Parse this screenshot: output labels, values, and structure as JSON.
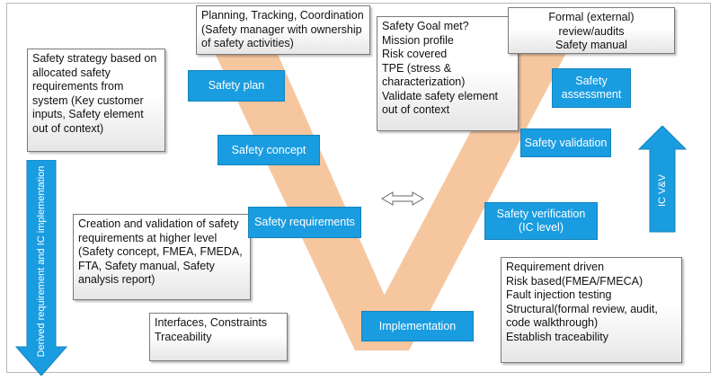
{
  "stages": {
    "safety_plan": "Safety plan",
    "safety_concept": "Safety concept",
    "safety_requirements": "Safety requirements",
    "implementation": "Implementation",
    "safety_verification": "Safety verification\n(IC level)",
    "safety_validation": "Safety validation",
    "safety_assessment": "Safety\nassessment"
  },
  "notes": {
    "planning": "Planning, Tracking, Coordination\n(Safety manager with ownership\nof safety activities)",
    "strategy": "Safety strategy based on\nallocated safety\nrequirements from\nsystem (Key customer\ninputs, Safety element\nout of context)",
    "creation": "Creation and validation of safety\nrequirements at higher level\n(Safety concept, FMEA, FMEDA,\nFTA, Safety manual, Safety\nanalysis report)",
    "interfaces": "Interfaces, Constraints\nTraceability",
    "goal": "Safety Goal met?\nMission profile\nRisk covered\nTPE (stress &\ncharacterization)\nValidate safety element\nout of context",
    "formal": "Formal (external)\nreview/audits\nSafety manual",
    "requirement": "Requirement driven\nRisk based(FMEA/FMECA)\nFault injection testing\nStructural(formal review, audit,\ncode walkthrough)\nEstablish traceability"
  },
  "arrows": {
    "left_label": "Derived requirement and IC implementation",
    "right_label": "IC V&V",
    "left_direction": "down",
    "right_direction": "up",
    "middle": "double-headed horizontal"
  },
  "colors": {
    "stage_fill": "#1a9ce0",
    "v_band": "#f6c79f",
    "arrow_fill": "#1a9ce0"
  }
}
